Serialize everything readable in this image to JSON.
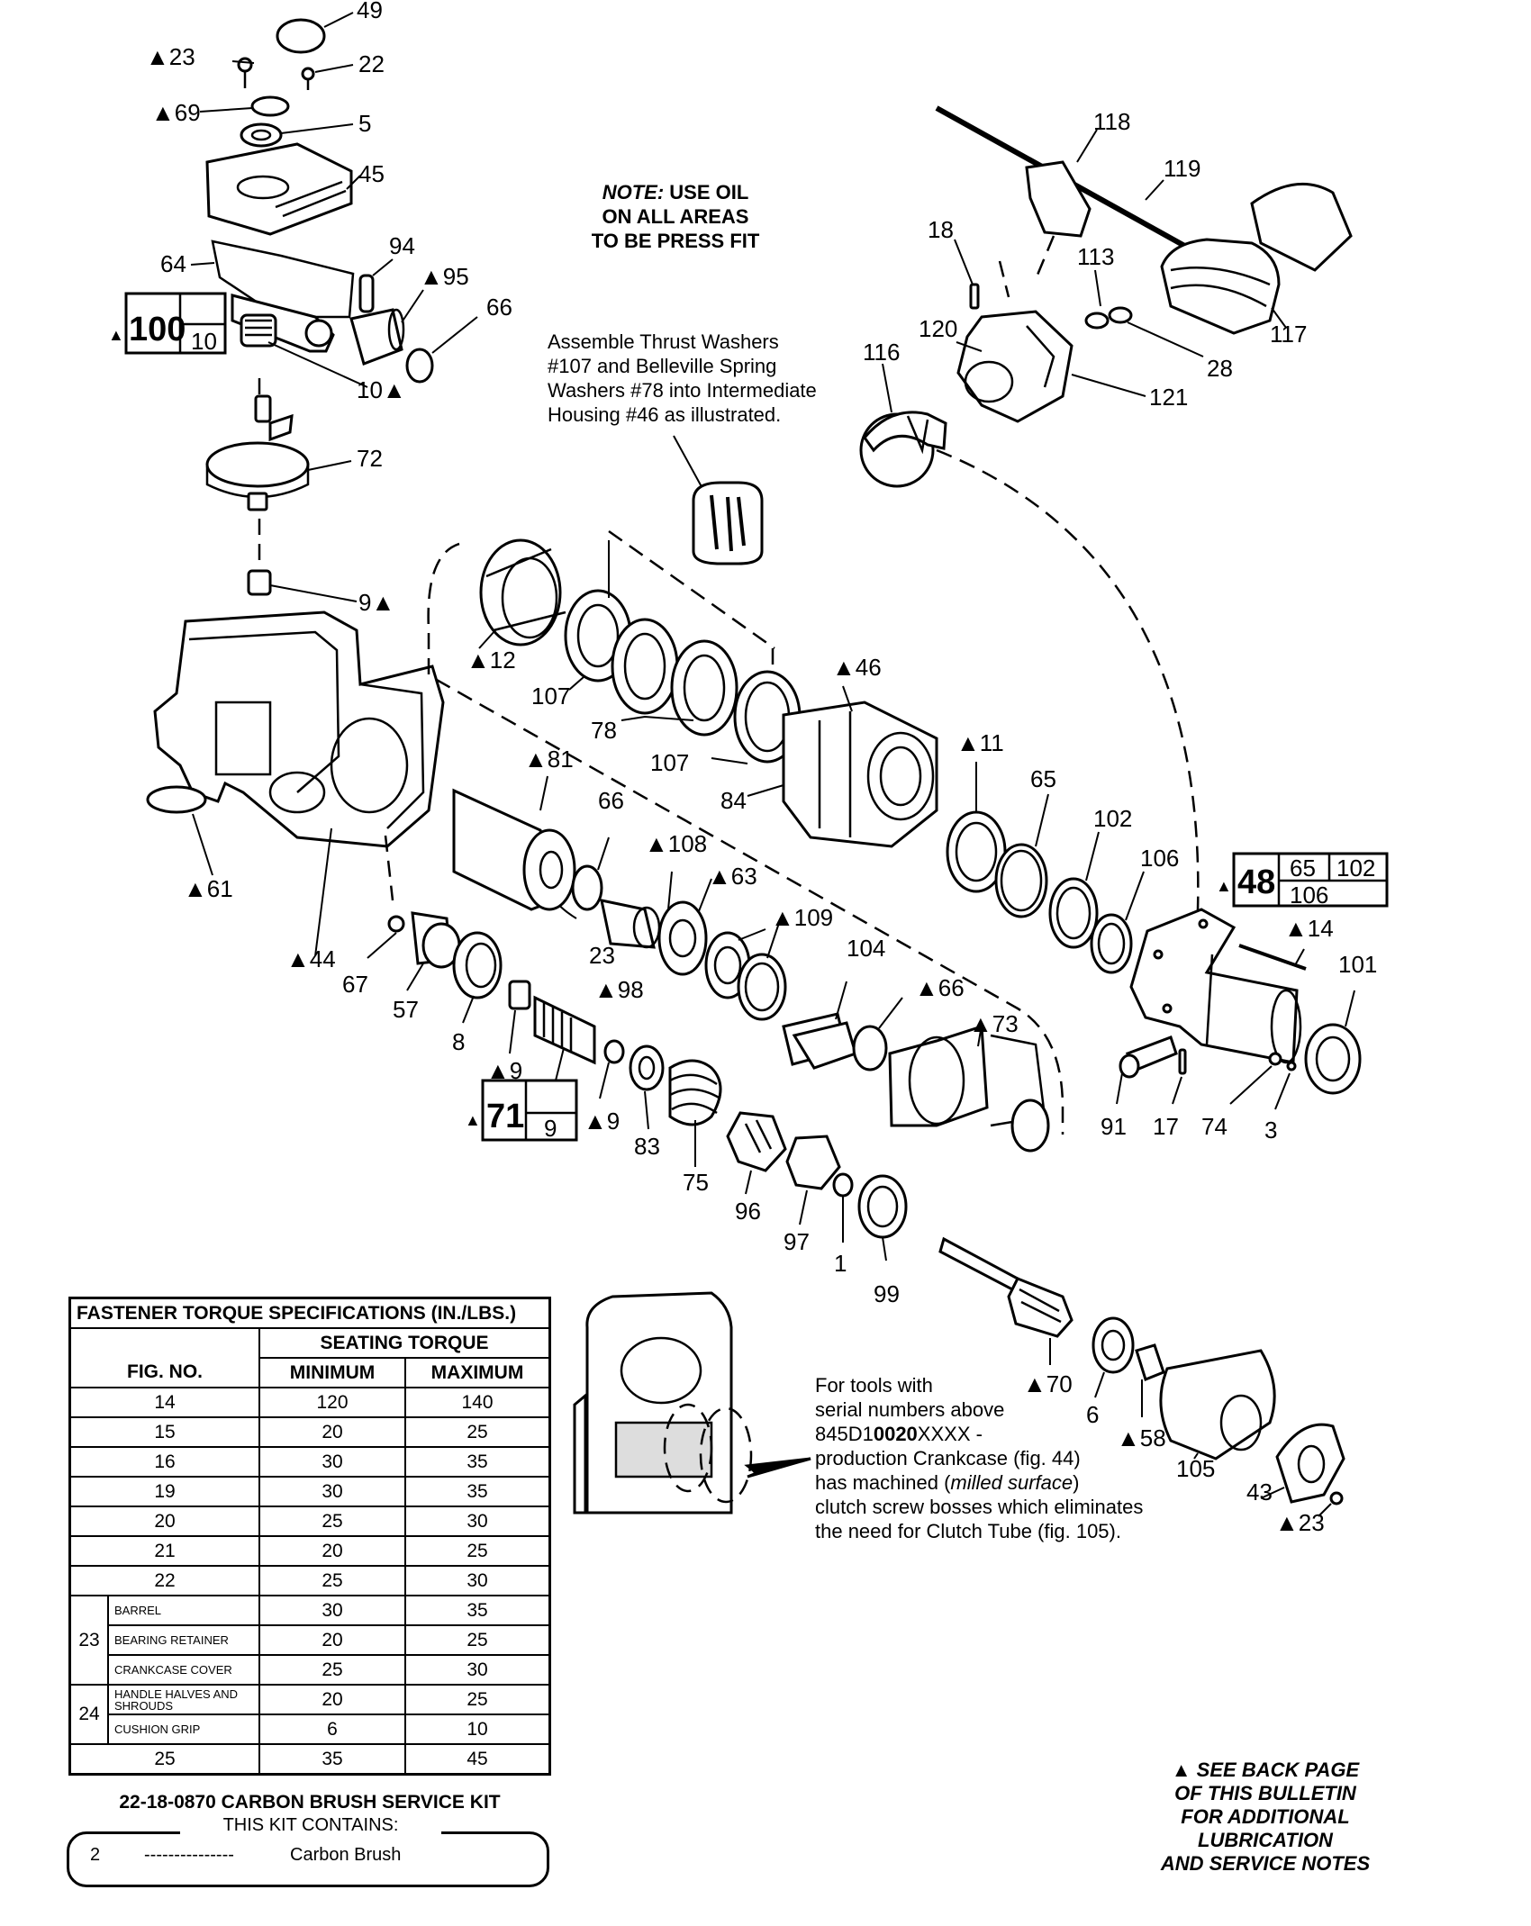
{
  "notes": {
    "oil_line1_em": "NOTE:",
    "oil_line1": "USE OIL",
    "oil_line2": "ON ALL AREAS",
    "oil_line3": "TO BE PRESS FIT",
    "thrust": [
      "Assemble Thrust Washers",
      "#107 and Belleville Spring",
      "Washers #78 into Intermediate",
      "Housing #46 as illustrated."
    ],
    "serial_1": "For tools with",
    "serial_2": "serial numbers above",
    "serial_3a": "845D1",
    "serial_3b": "0020",
    "serial_3c": "XXXX -",
    "serial_4": "production Crankcase (fig. 44)",
    "serial_5a": "has machined (",
    "serial_5b": "milled surface",
    "serial_5c": ")",
    "serial_6": "clutch screw bosses which eliminates",
    "serial_7": "the need for Clutch Tube (fig. 105).",
    "back": [
      "▲ SEE BACK PAGE",
      "OF THIS BULLETIN",
      "FOR ADDITIONAL",
      "LUBRICATION",
      "AND SERVICE NOTES"
    ]
  },
  "callouts": [
    "49",
    "▲23",
    "22",
    "▲69",
    "5",
    "45",
    "64",
    "94",
    "▲95",
    "66",
    "10▲",
    "72",
    "9▲",
    "118",
    "119",
    "18",
    "113",
    "117",
    "120",
    "116",
    "28",
    "121",
    "▲12",
    "107",
    "78",
    "107",
    "84",
    "▲46",
    "▲81",
    "66",
    "▲108",
    "▲63",
    "▲109",
    "▲11",
    "65",
    "102",
    "106",
    "▲14",
    "101",
    "104",
    "▲66",
    "▲73",
    "▲61",
    "▲44",
    "67",
    "57",
    "8",
    "▲9",
    "23",
    "▲98",
    "▲9",
    "83",
    "75",
    "96",
    "97",
    "1",
    "99",
    "91",
    "17",
    "74",
    "3",
    "▲70",
    "6",
    "▲58",
    "105",
    "43",
    "▲23"
  ],
  "kits": {
    "k100": {
      "main": "100",
      "sub": "10"
    },
    "k48": {
      "main": "48",
      "a": "65",
      "b": "102",
      "c": "106"
    },
    "k71": {
      "main": "71",
      "sub": "9"
    }
  },
  "torque_table": {
    "title": "FASTENER TORQUE SPECIFICATIONS (IN./LBS.)",
    "group_header": "SEATING TORQUE",
    "columns": [
      "FIG. NO.",
      "MINIMUM",
      "MAXIMUM"
    ],
    "rows": [
      {
        "fig": "14",
        "min": "120",
        "max": "140"
      },
      {
        "fig": "15",
        "min": "20",
        "max": "25"
      },
      {
        "fig": "16",
        "min": "30",
        "max": "35"
      },
      {
        "fig": "19",
        "min": "30",
        "max": "35"
      },
      {
        "fig": "20",
        "min": "25",
        "max": "30"
      },
      {
        "fig": "21",
        "min": "20",
        "max": "25"
      },
      {
        "fig": "22",
        "min": "25",
        "max": "30"
      }
    ],
    "group23": {
      "fig": "23",
      "rows": [
        {
          "sub": "BARREL",
          "min": "30",
          "max": "35"
        },
        {
          "sub": "BEARING RETAINER",
          "min": "20",
          "max": "25"
        },
        {
          "sub": "CRANKCASE COVER",
          "min": "25",
          "max": "30"
        }
      ]
    },
    "group24": {
      "fig": "24",
      "rows": [
        {
          "sub": "HANDLE HALVES AND SHROUDS",
          "min": "20",
          "max": "25"
        },
        {
          "sub": "CUSHION GRIP",
          "min": "6",
          "max": "10"
        }
      ]
    },
    "last": {
      "fig": "25",
      "min": "35",
      "max": "45"
    }
  },
  "kit": {
    "title": "22-18-0870 CARBON BRUSH SERVICE KIT",
    "contains": "THIS KIT CONTAINS:",
    "qty": "2",
    "dashes": "---------------",
    "item": "Carbon Brush"
  }
}
